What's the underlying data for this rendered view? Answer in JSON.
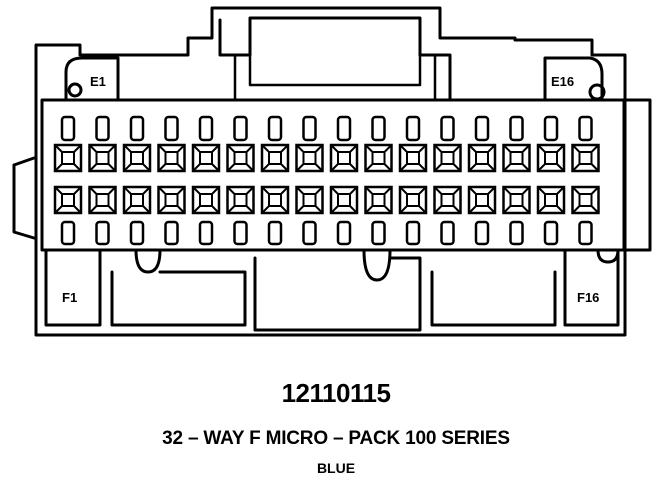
{
  "connector": {
    "part_number": "12110115",
    "description": "32 – WAY F MICRO – PACK 100 SERIES",
    "color": "BLUE",
    "pin_labels": {
      "top_left": "E1",
      "top_right": "E16",
      "bottom_left": "F1",
      "bottom_right": "F16"
    },
    "columns": 16,
    "colors": {
      "line": "#000000",
      "background": "#ffffff"
    }
  }
}
